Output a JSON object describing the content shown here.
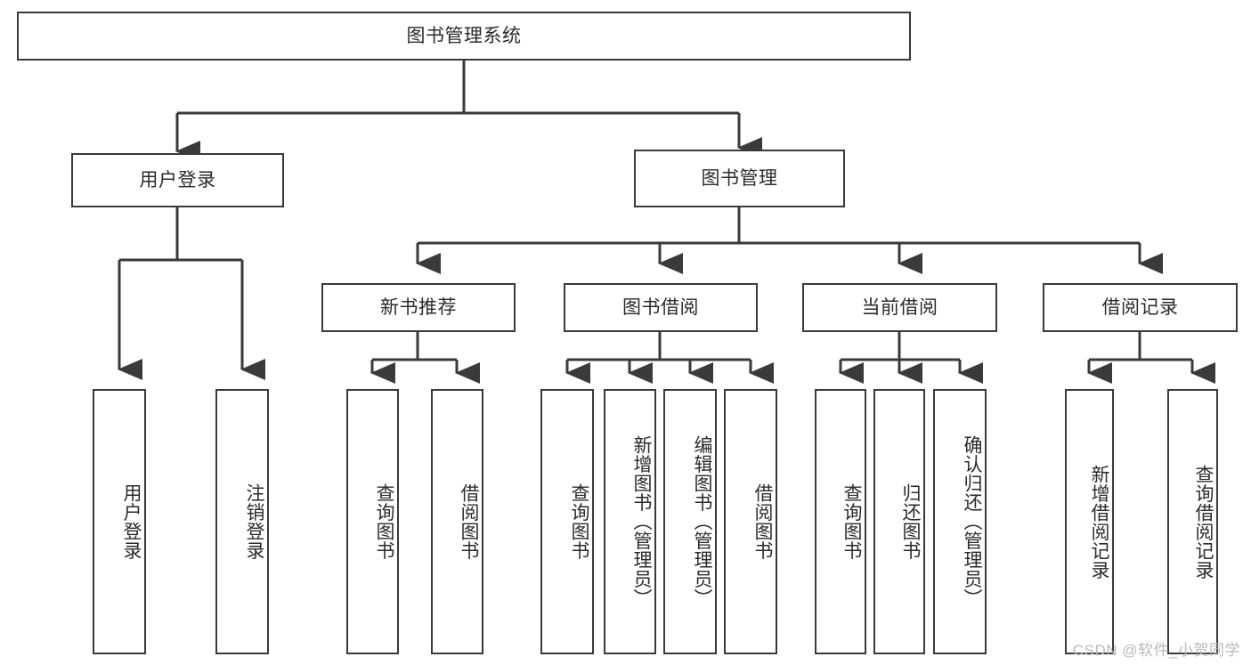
{
  "diagram": {
    "type": "tree",
    "title": "图书管理系统",
    "watermark": "CSDN @软件_小贺同学",
    "colors": {
      "box_border": "#3a3a3a",
      "box_fill": "#ffffff",
      "connector": "#3a3a3a",
      "text": "#2b2b2b",
      "watermark": "#b9b9b9"
    },
    "root": {
      "label": "图书管理系统"
    },
    "level2": [
      {
        "label": "用户登录"
      },
      {
        "label": "图书管理"
      }
    ],
    "level3": [
      {
        "label": "新书推荐"
      },
      {
        "label": "图书借阅"
      },
      {
        "label": "当前借阅"
      },
      {
        "label": "借阅记录"
      }
    ],
    "leaves": {
      "user_login": [
        {
          "label": "用户登录"
        },
        {
          "label": "注销登录"
        }
      ],
      "new_book": [
        {
          "label": "查询图书"
        },
        {
          "label": "借阅图书"
        }
      ],
      "book_borrow": [
        {
          "label": "查询图书"
        },
        {
          "label": "新增图书（管理员）"
        },
        {
          "label": "编辑图书（管理员）"
        },
        {
          "label": "借阅图书"
        }
      ],
      "current_borrow": [
        {
          "label": "查询图书"
        },
        {
          "label": "归还图书"
        },
        {
          "label": "确认归还（管理员）"
        }
      ],
      "borrow_record": [
        {
          "label": "新增借阅记录"
        },
        {
          "label": "查询借阅记录"
        }
      ]
    }
  }
}
